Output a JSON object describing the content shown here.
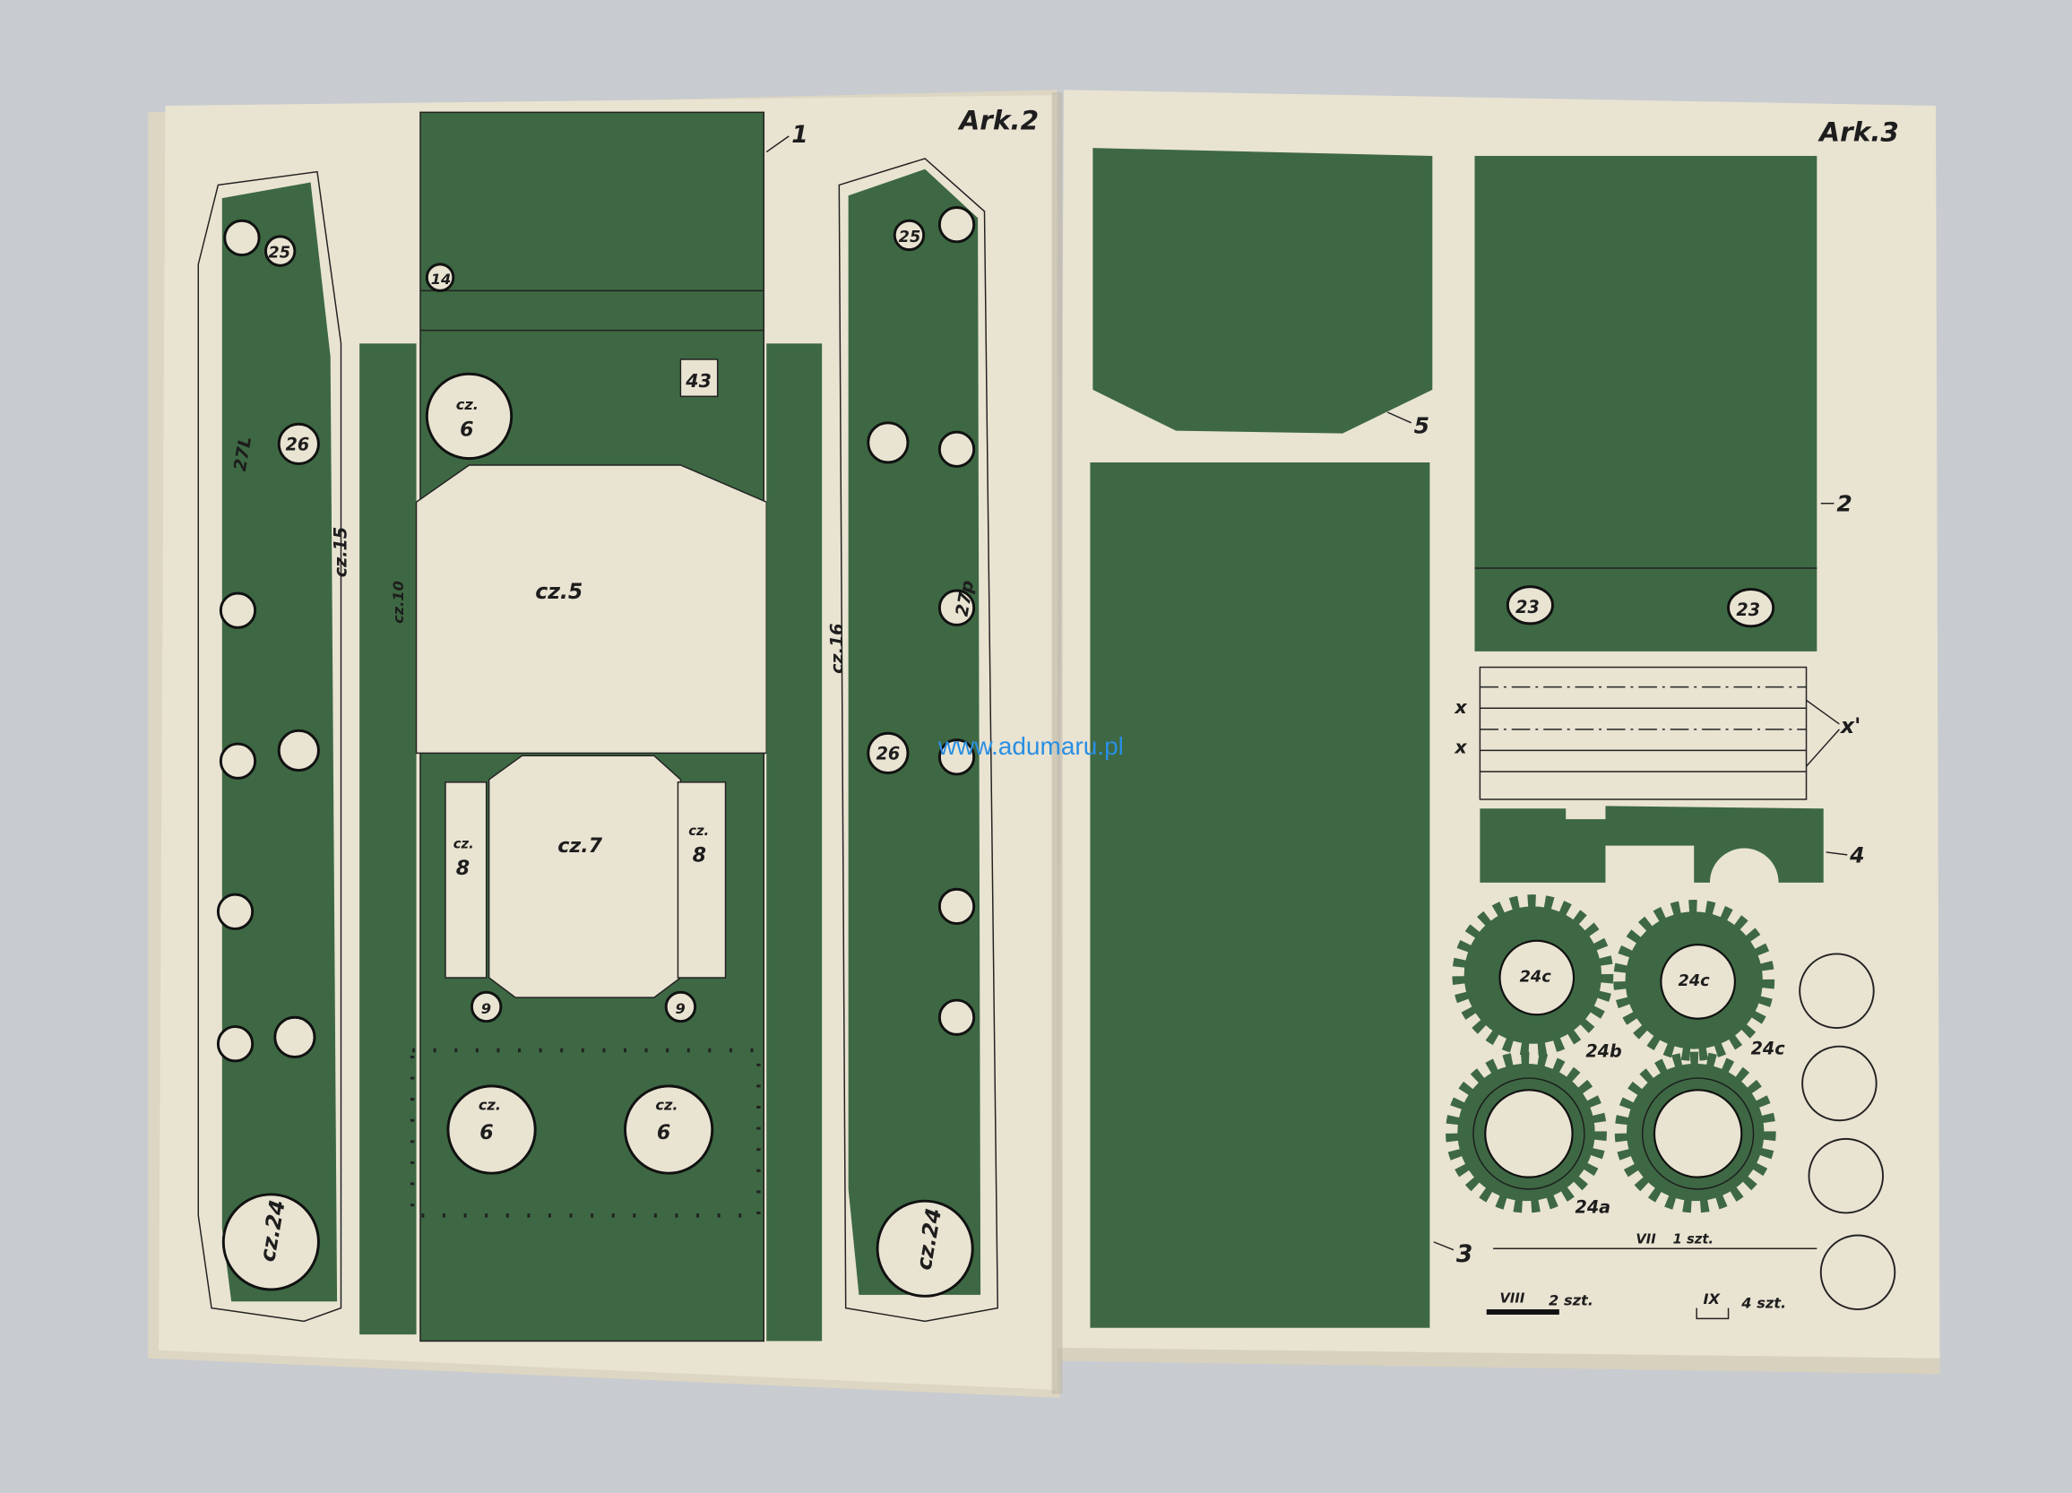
{
  "colors": {
    "background": "#c8cbcf",
    "paper": "#e9e3d2",
    "green": "#3d6843",
    "ink": "#1d1d1d",
    "watermark": "#2a8fe3"
  },
  "watermark": "www.adumaru.pl",
  "left_sheet": {
    "sheet_label": "Ark.2",
    "part_1": "1",
    "part_14": "14",
    "part_43": "43",
    "cz5": "cz.5",
    "cz6_prefix": "cz.",
    "cz6": "6",
    "cz7": "cz.7",
    "cz8_prefix": "cz.",
    "cz8": "8",
    "part_9": "9",
    "cz10": "cz.10",
    "cz15": "cz.15",
    "cz16": "cz.16",
    "part_25": "25",
    "part_26": "26",
    "part_27L": "27L",
    "part_27p": "27p",
    "cz24": "cz.24"
  },
  "right_sheet": {
    "sheet_label": "Ark.3",
    "part_2": "2",
    "part_3": "3",
    "part_4": "4",
    "part_5": "5",
    "part_23": "23",
    "x_prime": "x'",
    "x_mark": "x",
    "part_24a": "24a",
    "part_24b": "24b",
    "part_24c": "24c",
    "vii": "VII",
    "vii_count": "1 szt.",
    "viii": "VIII",
    "viii_count": "2 szt.",
    "ix": "IX",
    "ix_count": "4 szt."
  }
}
